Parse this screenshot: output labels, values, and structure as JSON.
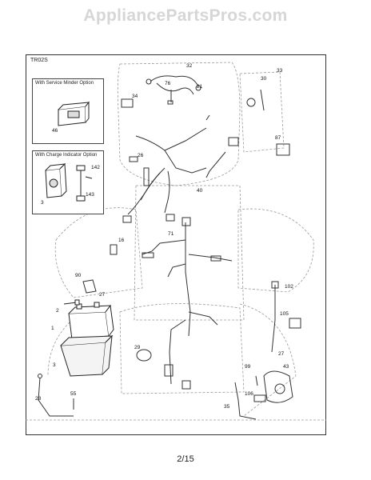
{
  "watermark": "AppliancePartsPros.com",
  "sheet_code": "TR02S",
  "page_number": "2/15",
  "insets": {
    "service_minder": {
      "title": "With Service Minder Option",
      "callout": "46"
    },
    "charge_indicator": {
      "title": "With Charge Indicator Option",
      "callouts": [
        "142",
        "143",
        "3"
      ]
    }
  },
  "callouts": [
    "32",
    "76",
    "21",
    "30",
    "33",
    "34",
    "87",
    "26",
    "40",
    "16",
    "71",
    "90",
    "27",
    "2",
    "1",
    "102",
    "105",
    "29",
    "3",
    "99",
    "27",
    "43",
    "28",
    "55",
    "35",
    "106"
  ]
}
